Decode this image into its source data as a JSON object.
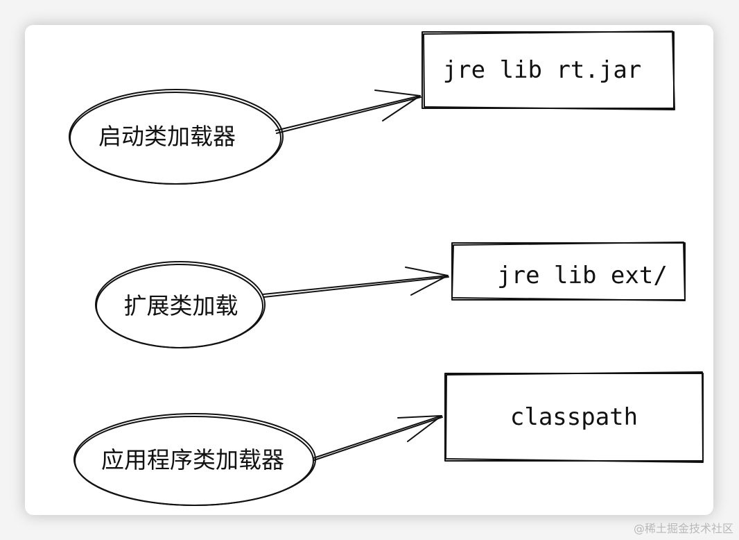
{
  "loaders": [
    {
      "name": "启动类加载器",
      "path": "jre lib rt.jar"
    },
    {
      "name": "扩展类加载",
      "path": "jre lib ext/"
    },
    {
      "name": "应用程序类加载器",
      "path": "classpath"
    }
  ],
  "watermark": "@稀土掘金技术社区"
}
